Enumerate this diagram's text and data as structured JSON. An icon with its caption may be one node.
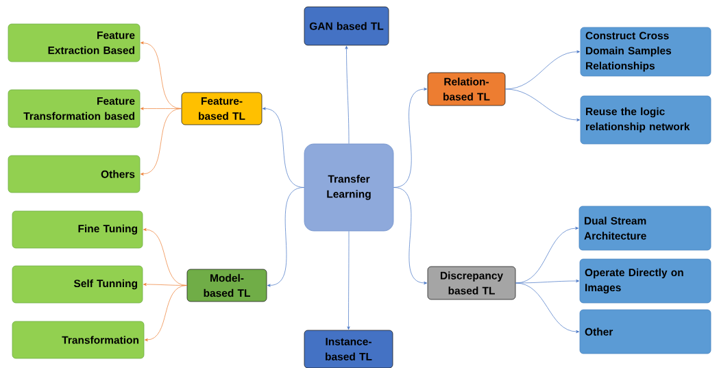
{
  "diagram": {
    "nodes": [
      {
        "text": [
          "Transfer Learning"
        ]
      },
      {
        "text": [
          "GAN based TL"
        ]
      },
      {
        "text": [
          "Feature-based TL"
        ]
      },
      {
        "text": [
          "Relation-based TL"
        ]
      },
      {
        "text": [
          "Model-based TL"
        ]
      },
      {
        "text": [
          "Discrepancy based TL"
        ]
      },
      {
        "text": [
          "Instance-based TL"
        ]
      },
      {
        "text": [
          "Feature Extraction Based"
        ]
      },
      {
        "text": [
          "Feature Transformation based"
        ]
      },
      {
        "text": [
          "Others"
        ]
      },
      {
        "text": [
          "Fine Tuning"
        ]
      },
      {
        "text": [
          "Self Tunning"
        ]
      },
      {
        "text": [
          "Transformation"
        ]
      },
      {
        "text": [
          "Construct Cross Domain Samples Relationships"
        ]
      },
      {
        "text": [
          "Reuse the logic relationship network"
        ]
      },
      {
        "text": [
          "Dual Stream Architecture"
        ]
      },
      {
        "text": [
          "Operate Directly on Images"
        ]
      },
      {
        "text": [
          "Other"
        ]
      }
    ],
    "edges": [
      {
        "from": 0,
        "to": 1,
        "arrow": "to"
      },
      {
        "from": 0,
        "to": 2,
        "arrow": "to"
      },
      {
        "from": 0,
        "to": 3,
        "arrow": "to"
      },
      {
        "from": 0,
        "to": 4,
        "arrow": "to"
      },
      {
        "from": 0,
        "to": 5,
        "arrow": "to"
      },
      {
        "from": 0,
        "to": 6,
        "arrow": "to"
      },
      {
        "from": 2,
        "to": 7,
        "arrow": "to",
        "color": "#ed7d31"
      },
      {
        "from": 2,
        "to": 8,
        "arrow": "to",
        "color": "#ed7d31"
      },
      {
        "from": 2,
        "to": 9,
        "arrow": "to",
        "color": "#ed7d31"
      },
      {
        "from": 4,
        "to": 10,
        "arrow": "to",
        "color": "#ed7d31"
      },
      {
        "from": 4,
        "to": 11,
        "arrow": "to",
        "color": "#ed7d31"
      },
      {
        "from": 4,
        "to": 12,
        "arrow": "to",
        "color": "#ed7d31"
      },
      {
        "from": 3,
        "to": 13,
        "arrow": "to"
      },
      {
        "from": 3,
        "to": 14,
        "arrow": "to"
      },
      {
        "from": 5,
        "to": 15,
        "arrow": "to"
      },
      {
        "from": 5,
        "to": 16,
        "arrow": "to"
      },
      {
        "from": 5,
        "to": 17,
        "arrow": "to"
      }
    ]
  }
}
